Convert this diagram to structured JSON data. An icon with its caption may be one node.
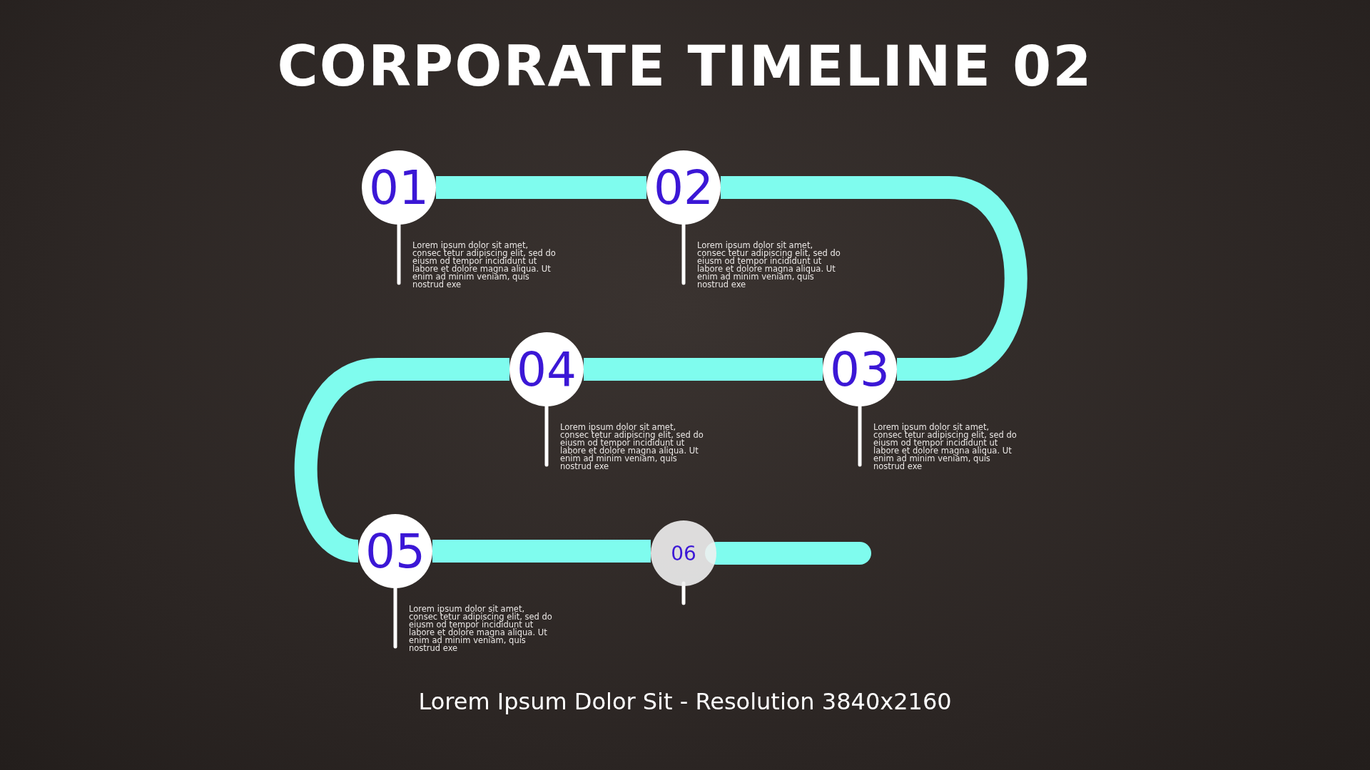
{
  "diagram": {
    "title": "CORPORATE TIMELINE 02",
    "caption": "Lorem Ipsum Dolor Sit - Resolution 3840x2160",
    "nodes": [
      {
        "text": [
          "01"
        ],
        "beside": [
          "Lorem ipsum dolor sit amet, consec tetur adipiscing elit, sed do eiusm od tempor incididunt ut labore et dolore magna aliqua. Ut enim ad minim veniam, quis nostrud exe"
        ]
      },
      {
        "text": [
          "02"
        ],
        "beside": [
          "Lorem ipsum dolor sit amet, consec tetur adipiscing elit, sed do eiusm od tempor incididunt ut labore et dolore magna aliqua. Ut enim ad minim veniam, quis nostrud exe"
        ]
      },
      {
        "text": [
          "03"
        ],
        "beside": [
          "Lorem ipsum dolor sit amet, consec tetur adipiscing elit, sed do eiusm od tempor incididunt ut labore et dolore magna aliqua. Ut enim ad minim veniam, quis nostrud exe"
        ]
      },
      {
        "text": [
          "04"
        ],
        "beside": [
          "Lorem ipsum dolor sit amet, consec tetur adipiscing elit, sed do eiusm od tempor incididunt ut labore et dolore magna aliqua. Ut enim ad minim veniam, quis nostrud exe"
        ]
      },
      {
        "text": [
          "05"
        ],
        "beside": [
          "Lorem ipsum dolor sit amet, consec tetur adipiscing elit, sed do eiusm od tempor incididunt ut labore et dolore magna aliqua. Ut enim ad minim veniam, quis nostrud exe"
        ]
      },
      {
        "text": [
          "06"
        ]
      }
    ],
    "edges": [
      {
        "from": 0,
        "to": 1,
        "arrow": "none"
      },
      {
        "from": 1,
        "to": 2,
        "arrow": "none"
      },
      {
        "from": 2,
        "to": 3,
        "arrow": "none"
      },
      {
        "from": 3,
        "to": 4,
        "arrow": "none"
      },
      {
        "from": 4,
        "to": 5,
        "arrow": "none"
      },
      {
        "from": 5,
        "to": null,
        "arrow": "none"
      }
    ]
  }
}
